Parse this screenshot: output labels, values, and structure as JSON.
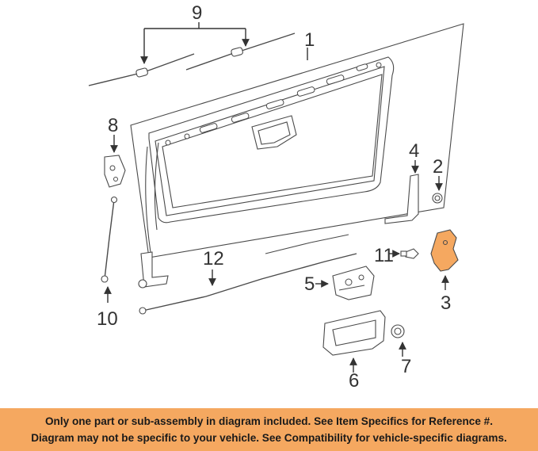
{
  "callouts": {
    "c1": "1",
    "c2": "2",
    "c3": "3",
    "c4": "4",
    "c5": "5",
    "c6": "6",
    "c7": "7",
    "c8": "8",
    "c9": "9",
    "c10": "10",
    "c11": "11",
    "c12": "12"
  },
  "highlight_color": "#f5a860",
  "banner": {
    "line1": "Only one part or sub-assembly in diagram included. See Item Specifics for Reference #.",
    "line2": "Diagram may not be specific to your vehicle. See Compatibility for vehicle-specific diagrams."
  }
}
